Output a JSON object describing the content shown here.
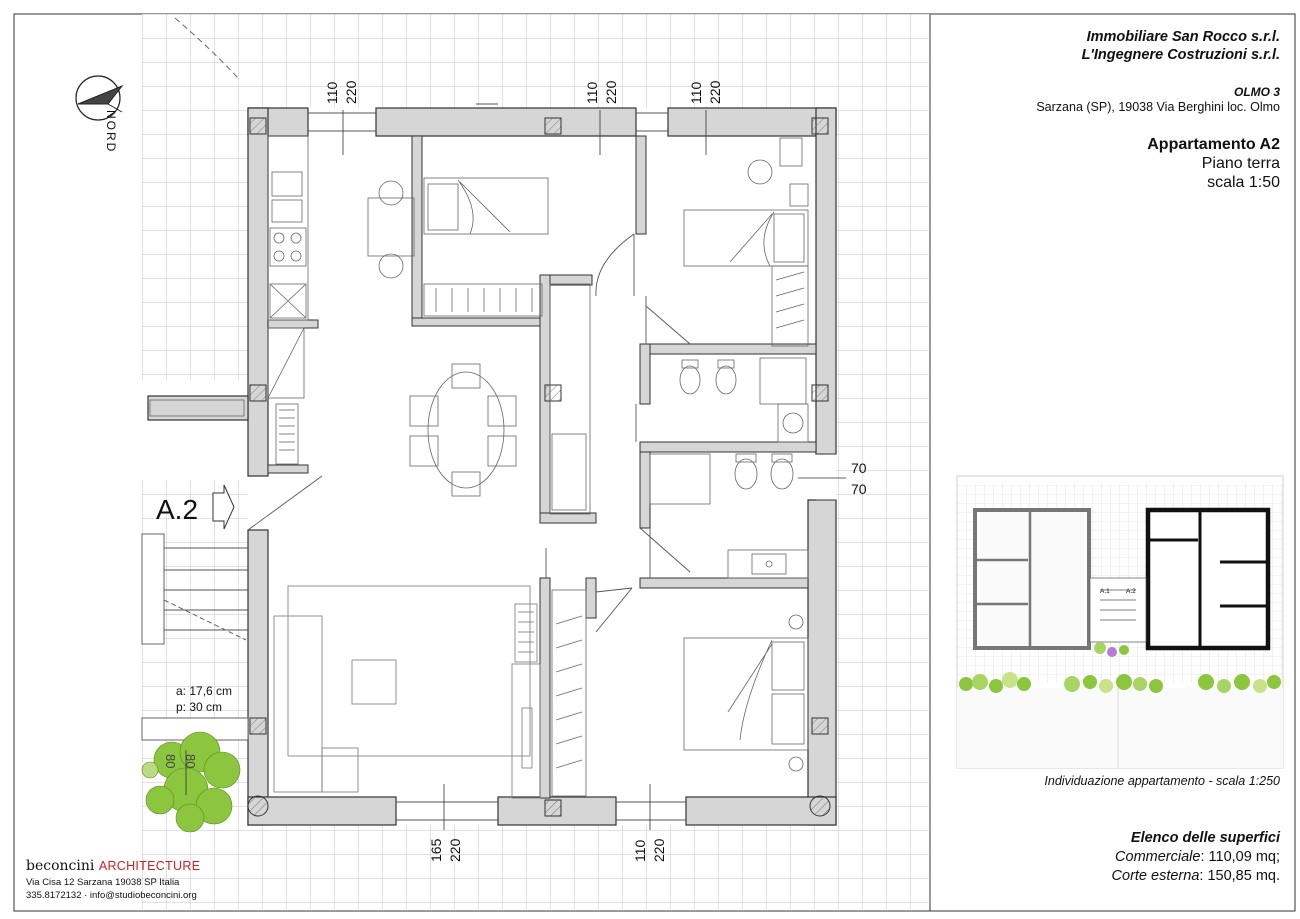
{
  "title_block": {
    "company_1": "Immobiliare San Rocco s.r.l.",
    "company_2": "L'Ingegnere Costruzioni s.r.l.",
    "project": "OLMO 3",
    "address": "Sarzana (SP), 19038 Via Berghini loc. Olmo",
    "apartment": "Appartamento A2",
    "floor": "Piano terra",
    "scale": "scala 1:50"
  },
  "keyplan": {
    "caption": "Individuazione appartamento - scala 1:250",
    "label_a1": "A.1",
    "label_a2": "A.2"
  },
  "surfaces": {
    "heading": "Elenco delle superfici",
    "commercial_label": "Commerciale",
    "commercial_value": ": 110,09 mq;",
    "external_label": "Corte esterna",
    "external_value": ": 150,85 mq."
  },
  "plan": {
    "north_label": "NORD",
    "entrance_label": "A.2",
    "stair_riser": "a: 17,6 cm",
    "stair_tread": "p: 30 cm",
    "dims": {
      "w1_width": "110",
      "w1_height": "220",
      "w2_width": "110",
      "w2_height": "220",
      "w3_width": "110",
      "w3_height": "220",
      "b_width": "165",
      "b_height": "220",
      "b2_width": "110",
      "b2_height": "220",
      "side_width": "70",
      "side_height": "70",
      "tree_a": "80",
      "tree_b": "80"
    }
  },
  "architect": {
    "name": "beconcini",
    "suffix": "ARCHITECTURE",
    "address": "Via Cisa 12 Sarzana 19038 SP Italia",
    "contact": "335.8172132 · info@studiobeconcini.org"
  },
  "colors": {
    "wall": "#d6d6d6",
    "grid": "#c4c4c4",
    "line": "#555555",
    "greenery": "#8cc63e",
    "logo_red": "#d32020"
  }
}
